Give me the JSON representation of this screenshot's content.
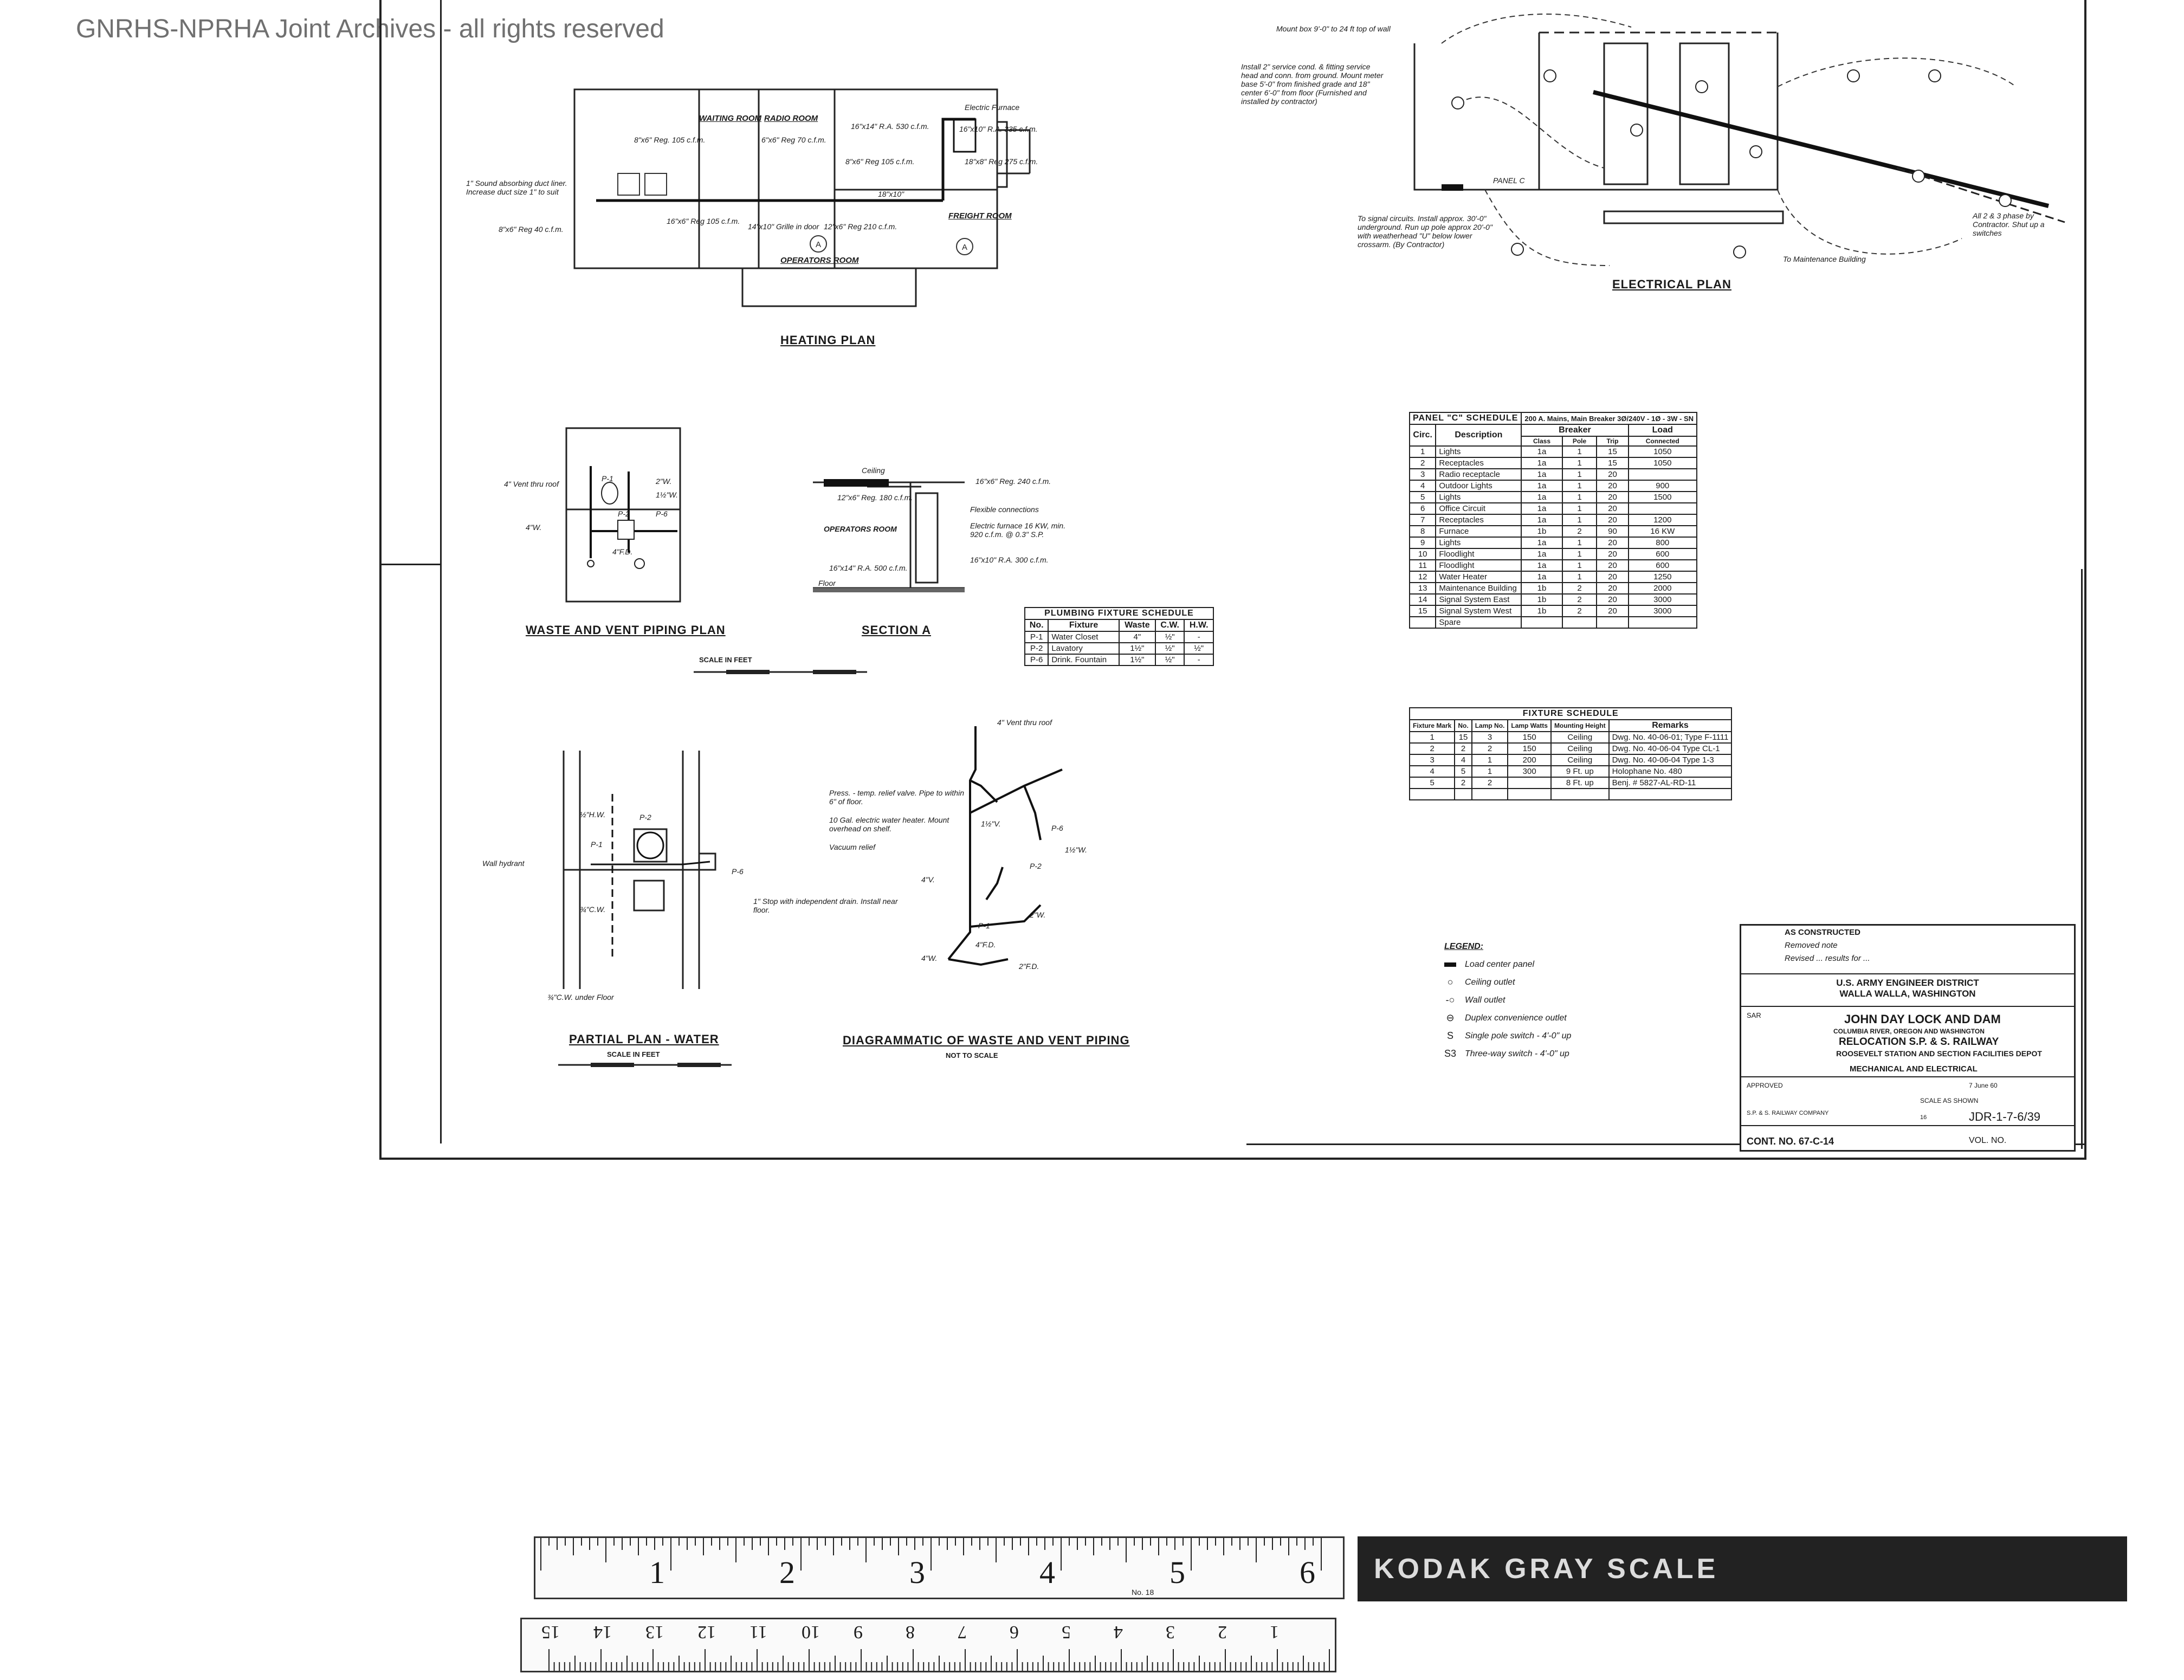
{
  "watermark": "GNRHS-NPRHA Joint Archives - all rights reserved",
  "heating_plan": {
    "title": "HEATING PLAN",
    "rooms": [
      "WAITING ROOM",
      "RADIO ROOM",
      "OPERATORS ROOM",
      "FREIGHT ROOM"
    ],
    "notes": [
      "8\"x6\" Reg. 105 c.f.m.",
      "6\"x6\" Reg 70 c.f.m.",
      "16\"x14\" R.A. 530 c.f.m.",
      "Electric Furnace",
      "16\"x10\" R.A. 335 c.f.m.",
      "8\"x6\" Reg 105 c.f.m.",
      "18\"x8\" Reg 275 c.f.m.",
      "18\"x10\"",
      "16\"x6\" Reg 105 c.f.m.",
      "14\"x10\" Grille in door",
      "12\"x6\" Reg 210 c.f.m.",
      "1\" Sound absorbing duct liner. Increase duct size 1\" to suit",
      "8\"x6\" Reg 40 c.f.m."
    ]
  },
  "electrical_plan": {
    "title": "ELECTRICAL PLAN",
    "notes": [
      "Mount box 9'-0\" to 24 ft top of wall",
      "Install 2\" service cond. & fitting service head and conn. from ground. Mount meter base 5'-0\" from finished grade and 18\" center 6'-0\" from floor (Furnished and installed by contractor)",
      "To signal circuits. Install approx. 30'-0\" underground. Run up pole approx 20'-0\" with weatherhead \"U\" below lower crossarm. (By Contractor)",
      "PANEL C",
      "To Maintenance Building",
      "All 2 & 3 phase by Contractor. Shut up a switches"
    ]
  },
  "panel_schedule": {
    "title": "PANEL \"C\" SCHEDULE",
    "header_note": "200 A. Mains, Main Breaker 3Ø/240V - 1Ø - 3W - SN",
    "cols": [
      "Circ.",
      "Description",
      "Breaker",
      "Load"
    ],
    "subcols": [
      "Class",
      "Pole",
      "Trip",
      "Connected"
    ],
    "rows": [
      [
        "1",
        "Lights",
        "1a",
        "1",
        "15",
        "1050"
      ],
      [
        "2",
        "Receptacles",
        "1a",
        "1",
        "15",
        "1050"
      ],
      [
        "3",
        "Radio receptacle",
        "1a",
        "1",
        "20",
        ""
      ],
      [
        "4",
        "Outdoor Lights",
        "1a",
        "1",
        "20",
        "900"
      ],
      [
        "5",
        "Lights",
        "1a",
        "1",
        "20",
        "1500"
      ],
      [
        "6",
        "Office Circuit",
        "1a",
        "1",
        "20",
        ""
      ],
      [
        "7",
        "Receptacles",
        "1a",
        "1",
        "20",
        "1200"
      ],
      [
        "8",
        "Furnace",
        "1b",
        "2",
        "90",
        "16 KW"
      ],
      [
        "9",
        "Lights",
        "1a",
        "1",
        "20",
        "800"
      ],
      [
        "10",
        "Floodlight",
        "1a",
        "1",
        "20",
        "600"
      ],
      [
        "11",
        "Floodlight",
        "1a",
        "1",
        "20",
        "600"
      ],
      [
        "12",
        "Water Heater",
        "1a",
        "1",
        "20",
        "1250"
      ],
      [
        "13",
        "Maintenance Building",
        "1b",
        "2",
        "20",
        "2000"
      ],
      [
        "14",
        "Signal System East",
        "1b",
        "2",
        "20",
        "3000"
      ],
      [
        "15",
        "Signal System West",
        "1b",
        "2",
        "20",
        "3000"
      ],
      [
        "",
        "Spare",
        "",
        "",
        "",
        ""
      ]
    ]
  },
  "fixture_schedule": {
    "title": "FIXTURE SCHEDULE",
    "cols": [
      "Fixture Mark",
      "No.",
      "Lamp No.",
      "Lamp Watts",
      "Mounting Height",
      "Remarks"
    ],
    "rows": [
      [
        "1",
        "15",
        "3",
        "150",
        "Ceiling",
        "Dwg. No. 40-06-01; Type F-1111"
      ],
      [
        "2",
        "2",
        "2",
        "150",
        "Ceiling",
        "Dwg. No. 40-06-04 Type CL-1"
      ],
      [
        "3",
        "4",
        "1",
        "200",
        "Ceiling",
        "Dwg. No. 40-06-04 Type 1-3"
      ],
      [
        "4",
        "5",
        "1",
        "300",
        "9 Ft. up",
        "Holophane No. 480"
      ],
      [
        "5",
        "2",
        "2",
        "",
        "8 Ft. up",
        "Benj. # 5827-AL-RD-11"
      ]
    ]
  },
  "plumbing_schedule": {
    "title": "PLUMBING FIXTURE SCHEDULE",
    "cols": [
      "No.",
      "Fixture",
      "Waste",
      "C.W.",
      "H.W."
    ],
    "rows": [
      [
        "P-1",
        "Water Closet",
        "4\"",
        "½\"",
        "-"
      ],
      [
        "P-2",
        "Lavatory",
        "1½\"",
        "½\"",
        "½\""
      ],
      [
        "P-6",
        "Drink. Fountain",
        "1½\"",
        "½\"",
        "-"
      ]
    ]
  },
  "waste_vent": {
    "title": "WASTE AND VENT PIPING PLAN",
    "notes": [
      "4\" Vent thru roof",
      "4\"W.",
      "2\"W.",
      "1½\"W.",
      "P-1",
      "P-2",
      "P-6",
      "4\"F.D."
    ]
  },
  "section_a": {
    "title": "SECTION A",
    "notes": [
      "Ceiling",
      "12\"x6\" Reg. 180 c.f.m.",
      "16\"x6\" Reg. 240 c.f.m.",
      "Flexible connections",
      "Electric furnace 16 KW, min. 920 c.f.m. @ 0.3\" S.P.",
      "OPERATORS ROOM",
      "16\"x14\" R.A. 500 c.f.m.",
      "16\"x10\" R.A. 300 c.f.m.",
      "Floor"
    ]
  },
  "scale_feet": "SCALE IN FEET",
  "partial_plan": {
    "title": "PARTIAL PLAN - WATER",
    "scale": "SCALE IN FEET",
    "notes": [
      "Press. - temp. relief valve. Pipe to within 6\" of floor.",
      "10 Gal. electric water heater. Mount overhead on shelf.",
      "Vacuum relief",
      "1\" Stop with independent drain. Install near floor.",
      "Wall hydrant",
      "¾\"C.W.",
      "½\"H.W.",
      "P-1",
      "P-2",
      "P-6",
      "¾\"C.W. under Floor"
    ]
  },
  "diagrammatic": {
    "title": "DIAGRAMMATIC OF WASTE AND VENT PIPING",
    "subtitle": "NOT TO SCALE",
    "notes": [
      "4\" Vent thru roof",
      "1½\"V.",
      "1½\"W.",
      "P-6",
      "P-2",
      "P-1",
      "4\"V.",
      "2\"W.",
      "4\"F.D.",
      "4\"W.",
      "2\"F.D."
    ]
  },
  "legend": {
    "title": "LEGEND:",
    "items": [
      {
        "sym": "panel",
        "label": "Load center panel"
      },
      {
        "sym": "ceiling",
        "label": "Ceiling outlet"
      },
      {
        "sym": "wall",
        "label": "Wall outlet"
      },
      {
        "sym": "duplex",
        "label": "Duplex convenience outlet"
      },
      {
        "sym": "S",
        "label": "Single pole switch - 4'-0\" up"
      },
      {
        "sym": "S3",
        "label": "Three-way switch - 4'-0\" up"
      }
    ]
  },
  "title_block": {
    "revisions": [
      "AS CONSTRUCTED",
      "Removed note",
      "Revised ... results for ..."
    ],
    "district": "U.S. ARMY ENGINEER DISTRICT",
    "city": "WALLA WALLA, WASHINGTON",
    "project": "JOHN DAY LOCK AND DAM",
    "location": "COLUMBIA RIVER, OREGON AND WASHINGTON",
    "relocation": "RELOCATION S.P. & S. RAILWAY",
    "facility": "ROOSEVELT STATION AND SECTION FACILITIES DEPOT",
    "subject": "MECHANICAL AND ELECTRICAL",
    "drawn_by": "SAR",
    "approved": "APPROVED",
    "railway": "S.P. & S. RAILWAY COMPANY",
    "scale": "SCALE AS SHOWN",
    "date": "7 June 60",
    "sheet": "16",
    "drawing_no": "JDR-1-7-6/39",
    "contract": "CONT. NO. 67-C-14",
    "vol": "VOL. NO."
  },
  "ruler": {
    "inches": [
      "1",
      "2",
      "3",
      "4",
      "5",
      "6"
    ],
    "cm": [
      "1",
      "2",
      "3",
      "4",
      "5",
      "6",
      "7",
      "8",
      "9",
      "10",
      "11",
      "12",
      "13",
      "14",
      "15"
    ],
    "label": "No. 18"
  },
  "colorbar": "KODAK GRAY SCALE"
}
